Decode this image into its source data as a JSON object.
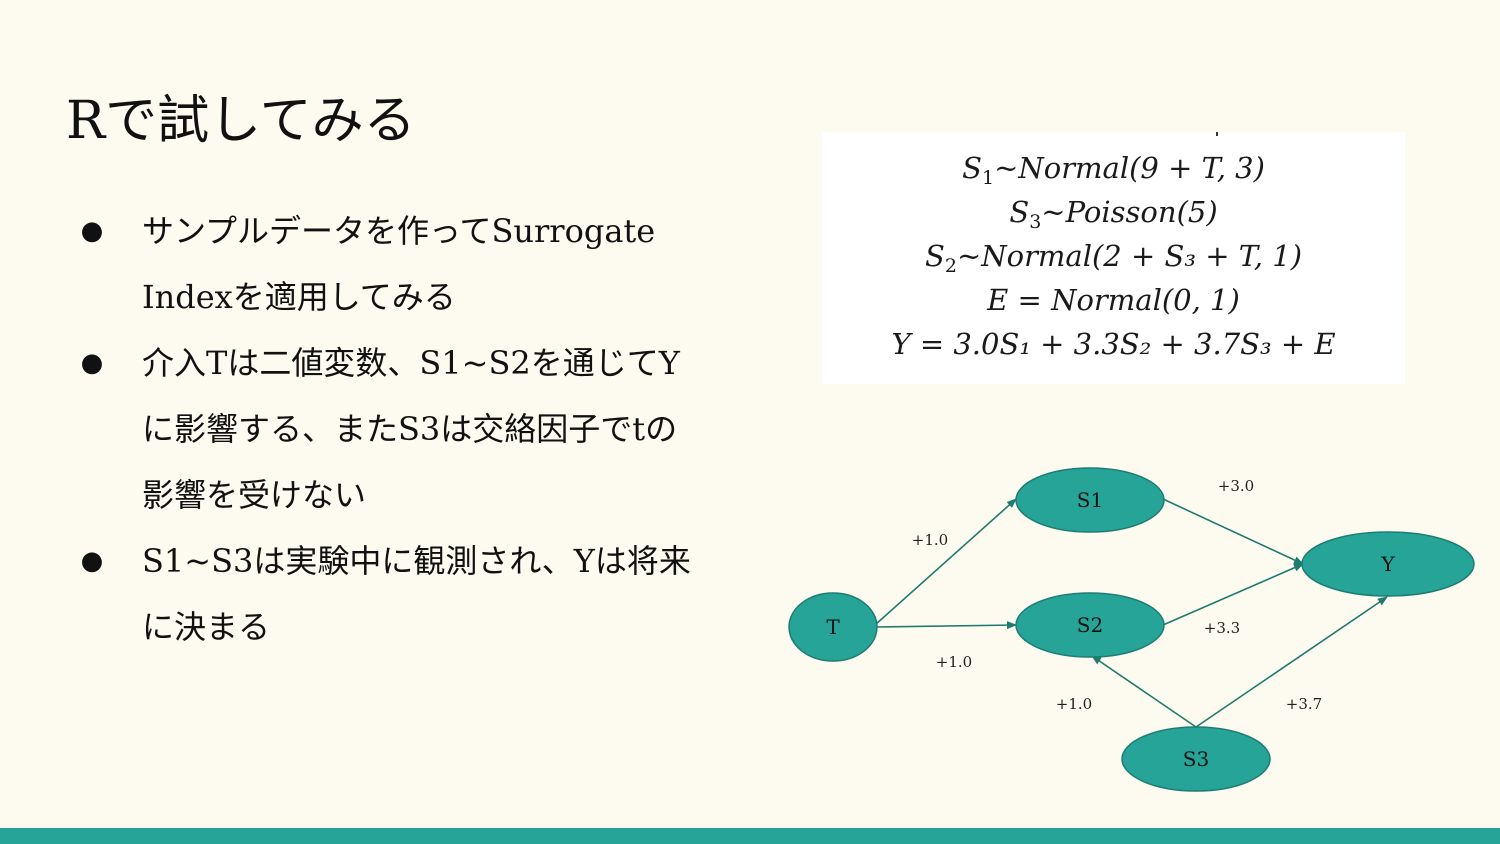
{
  "slide": {
    "title": "Rで試してみる",
    "bullets": [
      {
        "line1": "サンプルデータを作ってSurrogate",
        "line2": "Indexを適用してみる"
      },
      {
        "line1": "介入Tは二値変数、S1~S2を通じてY",
        "line2": "に影響する、またS3は交絡因子でtの",
        "line3": "影響を受けない"
      },
      {
        "line1": "S1~S3は実験中に観測され、Yは将来",
        "line2": "に決まる"
      }
    ],
    "bullet_glyph": "●"
  },
  "formulas": [
    {
      "pre": "S",
      "sub": "1",
      "rest": "~Normal(9 + T,  3)"
    },
    {
      "pre": "S",
      "sub": "3",
      "rest": "~Poisson(5)"
    },
    {
      "pre": "S",
      "sub": "2",
      "rest": "~Normal(2 + S₃ + T, 1)"
    },
    {
      "pre": "",
      "sub": "",
      "rest": "E = Normal(0,  1)"
    },
    {
      "pre": "",
      "sub": "",
      "rest": "Y = 3.0S₁ + 3.3S₂ + 3.7S₃ + E"
    }
  ],
  "diagram": {
    "node_color": "#26a497",
    "node_stroke": "#1e7d73",
    "edge_color": "#1f7a70",
    "nodes": {
      "T": "T",
      "S1": "S1",
      "S2": "S2",
      "S3": "S3",
      "Y": "Y"
    },
    "edge_labels": {
      "T_S1": "+1.0",
      "T_S2": "+1.0",
      "S3_S2": "+1.0",
      "S1_Y": "+3.0",
      "S2_Y": "+3.3",
      "S3_Y": "+3.7"
    }
  }
}
